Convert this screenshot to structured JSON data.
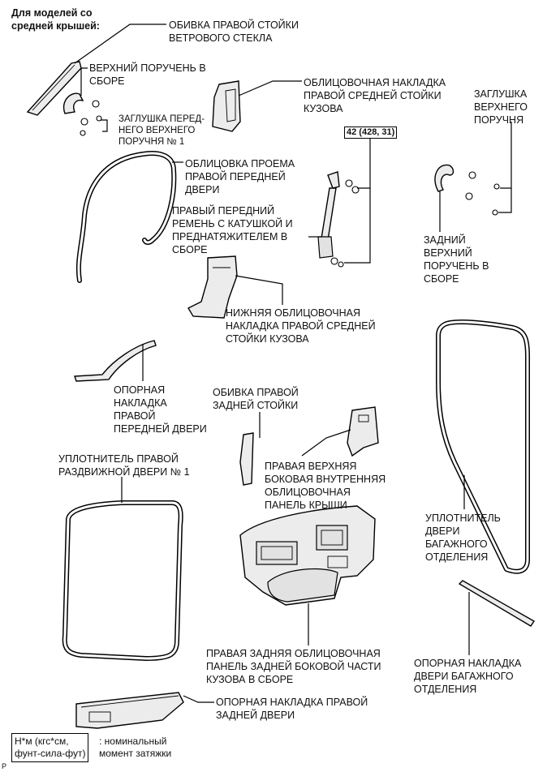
{
  "header": {
    "note": "Для моделей со\nсредней крышей:"
  },
  "labels": {
    "a_pillar": "ОБИВКА ПРАВОЙ СТОЙКИ\nВЕТРОВОГО СТЕКЛА",
    "upper_grip": "ВЕРХНИЙ ПОРУЧЕНЬ В\nСБОРЕ",
    "front_grip_cap": "ЗАГЛУШКА ПЕРЕД-\nНЕГО ВЕРХНЕГО\nПОРУЧНЯ № 1",
    "center_pillar_upper": "ОБЛИЦОВОЧНАЯ НАКЛАДКА\nПРАВОЙ СРЕДНЕЙ СТОЙКИ\nКУЗОВА",
    "upper_grip_cap": "ЗАГЛУШКА\nВЕРХНЕГО\nПОРУЧНЯ",
    "torque": "42 (428, 31)",
    "front_door_opening_trim": "ОБЛИЦОВКА ПРОЕМА\nПРАВОЙ ПЕРЕДНЕЙ\nДВЕРИ",
    "seat_belt": "ПРАВЫЙ ПЕРЕДНИЙ\nРЕМЕНЬ С КАТУШКОЙ И\nПРЕДНАТЯЖИТЕЛЕМ В\nСБОРЕ",
    "rear_grip": "ЗАДНИЙ\nВЕРХНИЙ\nПОРУЧЕНЬ В\nСБОРЕ",
    "center_pillar_lower": "НИЖНЯЯ ОБЛИЦОВОЧНАЯ\nНАКЛАДКА ПРАВОЙ СРЕДНЕЙ\nСТОЙКИ КУЗОВА",
    "front_scuff": "ОПОРНАЯ\nНАКЛАДКА\nПРАВОЙ\nПЕРЕДНЕЙ ДВЕРИ",
    "rear_pillar": "ОБИВКА ПРАВОЙ\nЗАДНЕЙ СТОЙКИ",
    "roof_side_panel": "ПРАВАЯ ВЕРХНЯЯ\nБОКОВАЯ ВНУТРЕННЯЯ\nОБЛИЦОВОЧНАЯ\nПАНЕЛЬ КРЫШИ",
    "sliding_door_seal": "УПЛОТНИТЕЛЬ ПРАВОЙ\nРАЗДВИЖНОЙ ДВЕРИ № 1",
    "back_door_seal": "УПЛОТНИТЕЛЬ\nДВЕРИ\nБАГАЖНОГО\nОТДЕЛЕНИЯ",
    "quarter_panel": "ПРАВАЯ ЗАДНЯЯ ОБЛИЦОВОЧНАЯ\nПАНЕЛЬ ЗАДНЕЙ БОКОВОЙ ЧАСТИ\nКУЗОВА В СБОРЕ",
    "back_door_scuff": "ОПОРНАЯ НАКЛАДКА\nДВЕРИ БАГАЖНОГО\nОТДЕЛЕНИЯ",
    "rear_door_scuff": "ОПОРНАЯ НАКЛАДКА ПРАВОЙ\nЗАДНЕЙ ДВЕРИ"
  },
  "legend": {
    "unit": "Н*м (кгс*см,\nфунт-сила-фут)",
    "meaning": ": номинальный\nмомент затяжки"
  },
  "corner_mark": "P"
}
